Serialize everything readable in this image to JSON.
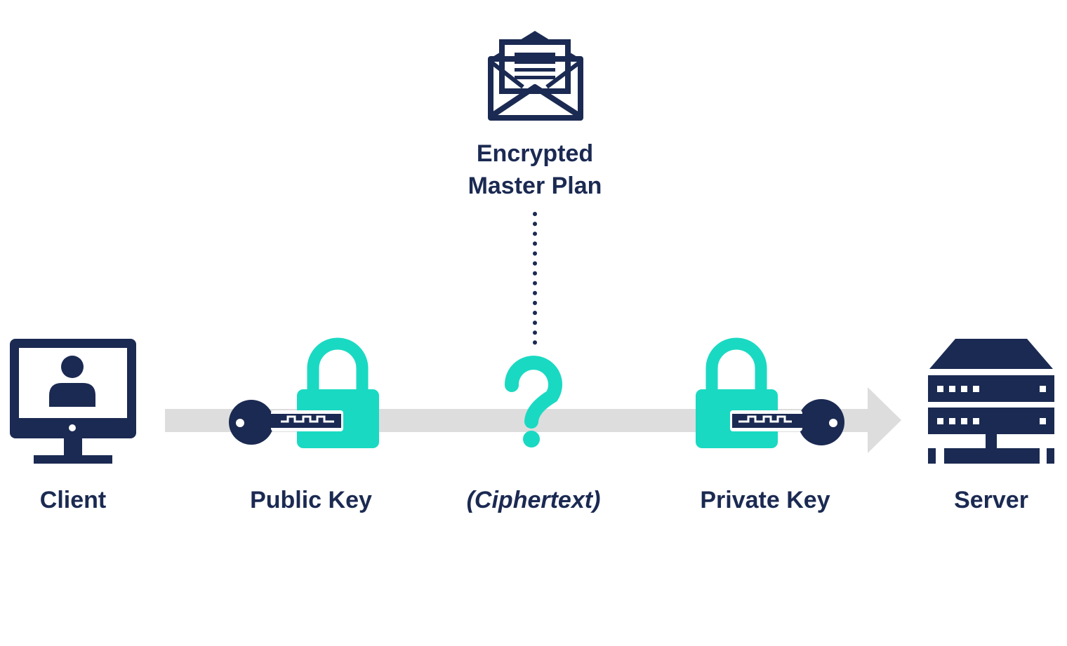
{
  "colors": {
    "navy": "#1b2a52",
    "teal": "#1ad9c2",
    "arrow_gray": "#dddddd",
    "background": "#ffffff"
  },
  "icons": {
    "message": "envelope-document-icon",
    "client": "monitor-user-icon",
    "public_key": "padlock-key-icon",
    "ciphertext": "question-mark-icon",
    "private_key": "padlock-key-icon",
    "server": "server-rack-icon"
  },
  "labels": {
    "message_line1": "Encrypted",
    "message_line2": "Master Plan",
    "client": "Client",
    "public_key": "Public Key",
    "ciphertext": "(Ciphertext)",
    "private_key": "Private Key",
    "server": "Server"
  }
}
